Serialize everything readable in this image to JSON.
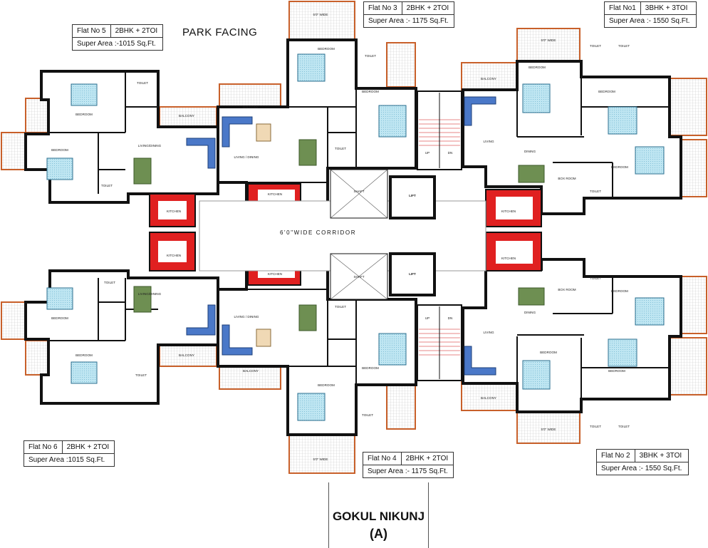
{
  "heading": "PARK FACING",
  "corridor": "6'0\"WIDE CORRIDOR",
  "project": {
    "name": "GOKUL NIKUNJ",
    "block": "(A)"
  },
  "flats": {
    "f1": {
      "no": "Flat No1",
      "type": "3BHK + 3TOI",
      "area": "Super Area :- 1550 Sq.Ft."
    },
    "f2": {
      "no": "Flat No 2",
      "type": "3BHK + 3TOI",
      "area": "Super Area :- 1550 Sq.Ft."
    },
    "f3": {
      "no": "Flat No 3",
      "type": "2BHK + 2TOI",
      "area": "Super Area :- 1175 Sq.Ft."
    },
    "f4": {
      "no": "Flat No 4",
      "type": "2BHK + 2TOI",
      "area": "Super Area :- 1175 Sq.Ft."
    },
    "f5": {
      "no": "Flat No 5",
      "type": "2BHK + 2TOI",
      "area": "Super Area :-1015 Sq.Ft."
    },
    "f6": {
      "no": "Flat No 6",
      "type": "2BHK + 2TOI",
      "area": "Super Area :1015 Sq.Ft."
    }
  },
  "rooms": {
    "bedroom": "BEDROOM",
    "toilet": "TOILET",
    "kitchen": "KITCHEN",
    "living_dining": "LIVING/DINING",
    "living_dining_sp": "LIVING / DINING",
    "living": "LIVING",
    "dining": "DINING",
    "balcony": "BALCONY",
    "balcony_wide": "5'0\" WIDE",
    "shaft": "SHAFT",
    "lift": "LIFT",
    "box_room": "BOX ROOM",
    "up": "UP",
    "dn": "DN"
  },
  "colors": {
    "wall": "#111111",
    "kitchen": "#e02020",
    "balcony_edge": "#c8602a",
    "tile": "#bfe6f2",
    "sofa": "#4a78c8",
    "dining": "#6e8f52"
  }
}
